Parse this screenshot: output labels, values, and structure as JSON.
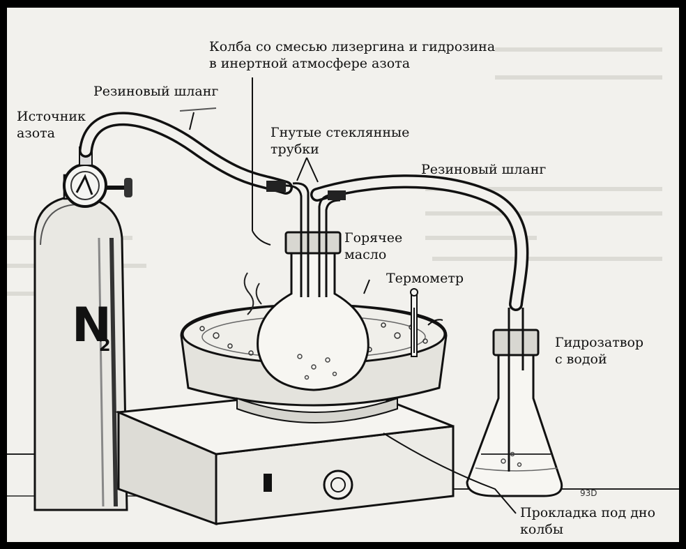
{
  "labels": {
    "flask_mixture": [
      "Колба со смесью лизергина и гидрозина",
      "в инертной атмосфере азота"
    ],
    "rubber_hose_left": "Резиновый шланг",
    "nitrogen_source": [
      "Источник",
      "азота"
    ],
    "bent_tubes": [
      "Гнутые стеклянные",
      "трубки"
    ],
    "rubber_hose_right": "Резиновый шланг",
    "hot_oil": [
      "Горячее",
      "масло"
    ],
    "thermometer": "Термометр",
    "water_seal": [
      "Гидрозатвор",
      "с водой"
    ],
    "flask_pad": [
      "Прокладка под дно",
      "колбы"
    ]
  },
  "cylinder_mark": "N",
  "cylinder_mark_sub": "2",
  "stray_mark": "93D"
}
